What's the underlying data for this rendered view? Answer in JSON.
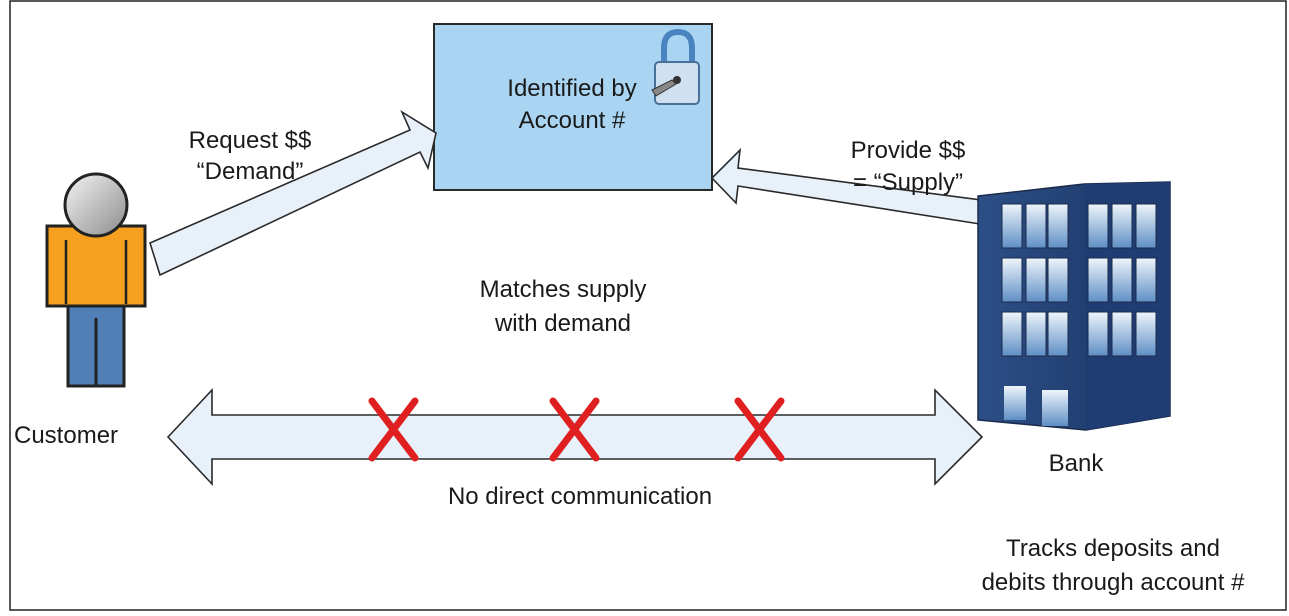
{
  "account_box": {
    "line1": "Identified by",
    "line2": "Account #"
  },
  "customer": {
    "label": "Customer"
  },
  "bank": {
    "label": "Bank",
    "note_line1": "Tracks deposits and",
    "note_line2": "debits through account #"
  },
  "request_arrow": {
    "line1": "Request $$",
    "line2": "“Demand”"
  },
  "supply_arrow": {
    "line1": "Provide $$",
    "line2": "= “Supply”"
  },
  "match_text": {
    "line1": "Matches supply",
    "line2": "with demand"
  },
  "direct_link": {
    "label": "No direct communication",
    "blocked_marks": [
      "X",
      "X",
      "X"
    ]
  },
  "colors": {
    "box_fill": "#a9d4f2",
    "box_stroke": "#2a2a2a",
    "arrow_fill": "#e8f1fa",
    "x_mark": "#e02020",
    "shirt": "#f5a01e",
    "pants": "#4f7fb5"
  }
}
